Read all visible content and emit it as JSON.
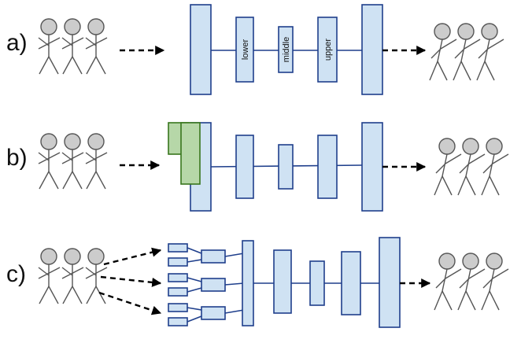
{
  "rows": [
    {
      "label": "a)"
    },
    {
      "label": "b)"
    },
    {
      "label": "c)"
    }
  ],
  "blocks": {
    "lower": "lower",
    "middle": "middle",
    "upper": "upper"
  },
  "colors": {
    "block_fill": "#cfe2f3",
    "block_stroke": "#1f3f8c",
    "adapter_fill": "#b6d7a8",
    "adapter_stroke": "#38761d",
    "figure_fill": "#cccccc",
    "figure_stroke": "#555555"
  }
}
